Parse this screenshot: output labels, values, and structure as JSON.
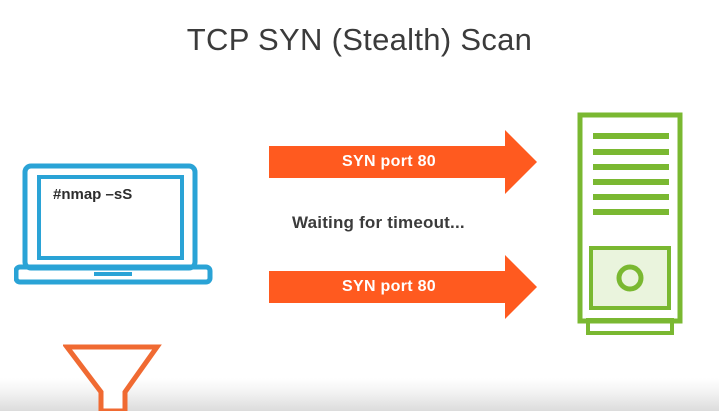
{
  "slide": {
    "title": "TCP SYN (Stealth) Scan"
  },
  "client": {
    "command": "#nmap –sS"
  },
  "packets": [
    {
      "label": "SYN port 80"
    },
    {
      "label": "SYN port 80"
    }
  ],
  "status": {
    "waiting_text": "Waiting for timeout..."
  },
  "colors": {
    "arrow": "#ff5a1f",
    "laptop": "#2aa3d6",
    "server": "#7ab831",
    "funnel": "#f06a32",
    "title": "#3b3b3b"
  },
  "icons": {
    "client": "laptop-icon",
    "target": "server-icon",
    "filter": "funnel-icon"
  }
}
